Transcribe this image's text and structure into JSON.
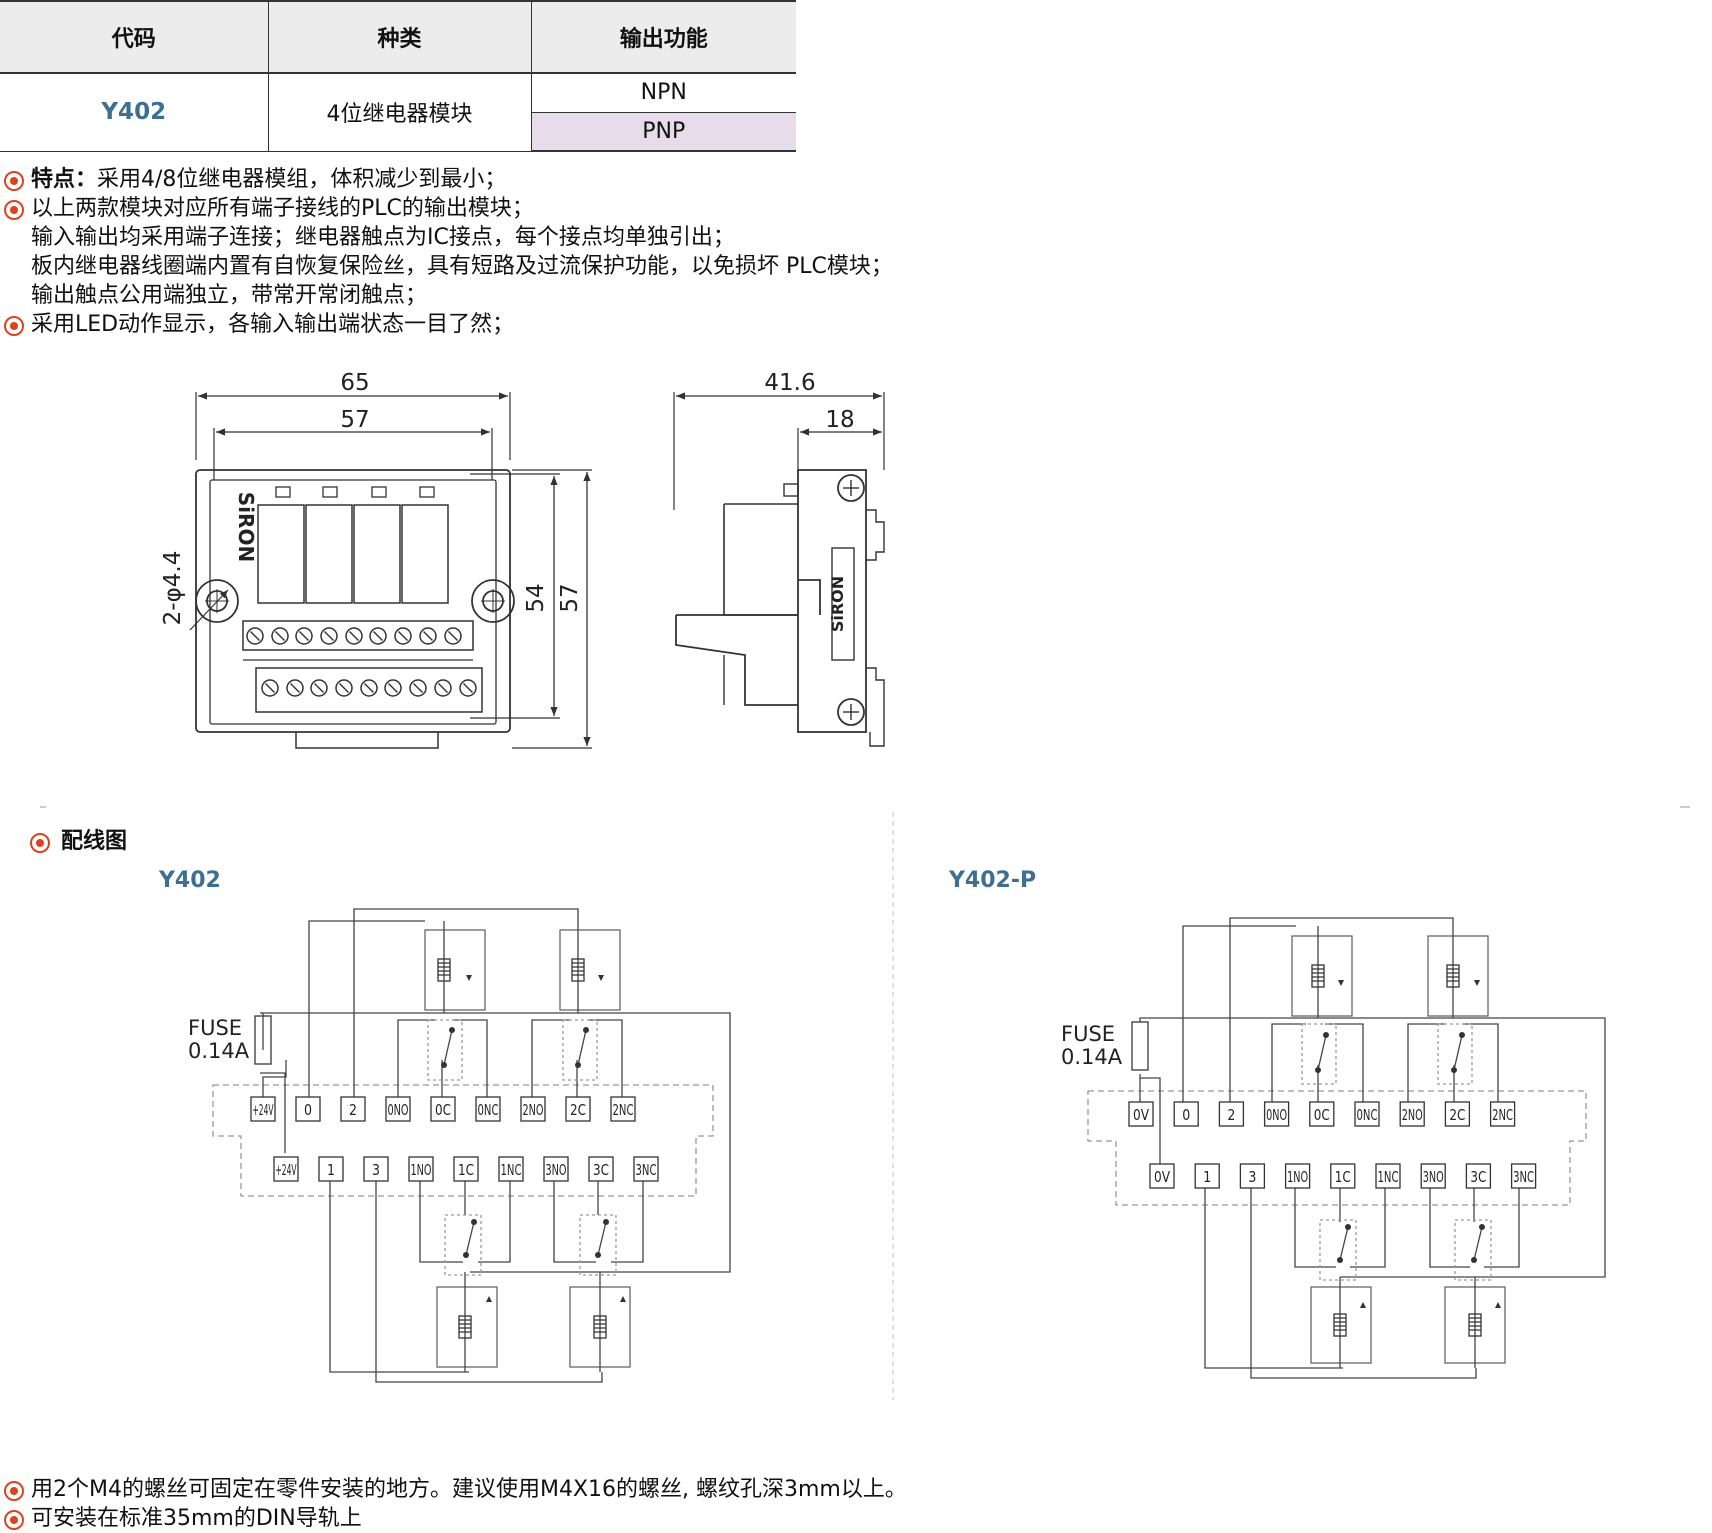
{
  "table": {
    "headers": [
      "代码",
      "种类",
      "输出功能"
    ],
    "code": "Y402",
    "type": "4位继电器模块",
    "outputs": [
      "NPN",
      "PNP"
    ]
  },
  "features": [
    {
      "bullet": true,
      "label": "特点：",
      "text": "采用4/8位继电器模组，体积减少到最小；"
    },
    {
      "bullet": true,
      "label": "",
      "text": "以上两款模块对应所有端子接线的PLC的输出模块；"
    },
    {
      "bullet": false,
      "label": "",
      "text": "输入输出均采用端子连接；继电器触点为IC接点，每个接点均单独引出；"
    },
    {
      "bullet": false,
      "label": "",
      "text": "板内继电器线圈端内置有自恢复保险丝，具有短路及过流保护功能，以免损坏 PLC模块；"
    },
    {
      "bullet": false,
      "label": "",
      "text": "输出触点公用端独立，带常开常闭触点；"
    },
    {
      "bullet": true,
      "label": "",
      "text": "采用LED动作显示，各输入输出端状态一目了然；"
    }
  ],
  "dimensions": {
    "front": {
      "outer_width": "65",
      "inner_width": "57",
      "inner_height": "54",
      "outer_height": "57",
      "hole": "2-φ4.4",
      "brand": "SiRON"
    },
    "side": {
      "depth": "41.6",
      "rail": "18",
      "brand": "SiRON"
    }
  },
  "wiring": {
    "heading": "配线图",
    "diagrams": [
      {
        "label": "Y402",
        "fuse": [
          "FUSE",
          "0.14A"
        ],
        "top_terminals": [
          "+24V",
          "0",
          "2",
          "0NO",
          "0C",
          "0NC",
          "2NO",
          "2C",
          "2NC"
        ],
        "bottom_terminals": [
          "+24V",
          "1",
          "3",
          "1NO",
          "1C",
          "1NC",
          "3NO",
          "3C",
          "3NC"
        ]
      },
      {
        "label": "Y402-P",
        "fuse": [
          "FUSE",
          "0.14A"
        ],
        "top_terminals": [
          "0V",
          "0",
          "2",
          "0NO",
          "0C",
          "0NC",
          "2NO",
          "2C",
          "2NC"
        ],
        "bottom_terminals": [
          "0V",
          "1",
          "3",
          "1NO",
          "1C",
          "1NC",
          "3NO",
          "3C",
          "3NC"
        ]
      }
    ]
  },
  "notes": [
    "用2个M4的螺丝可固定在零件安装的地方。建议使用M4X16的螺丝, 螺纹孔深3mm以上。",
    "可安装在标准35mm的DIN导轨上"
  ]
}
